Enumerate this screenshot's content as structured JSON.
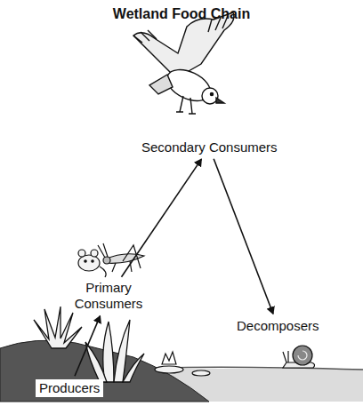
{
  "diagram": {
    "title": "Wetland Food Chain",
    "nodes": [
      {
        "text": [
          "Secondary Consumers"
        ]
      },
      {
        "text": [
          "Primary Consumers"
        ]
      },
      {
        "text": [
          "Decomposers"
        ]
      },
      {
        "text": [
          "Producers"
        ]
      }
    ],
    "edges": [
      {
        "from": 3,
        "to": 1,
        "arrow": "to"
      },
      {
        "from": 1,
        "to": 0,
        "arrow": "to"
      },
      {
        "from": 0,
        "to": 2,
        "arrow": "to"
      }
    ]
  }
}
